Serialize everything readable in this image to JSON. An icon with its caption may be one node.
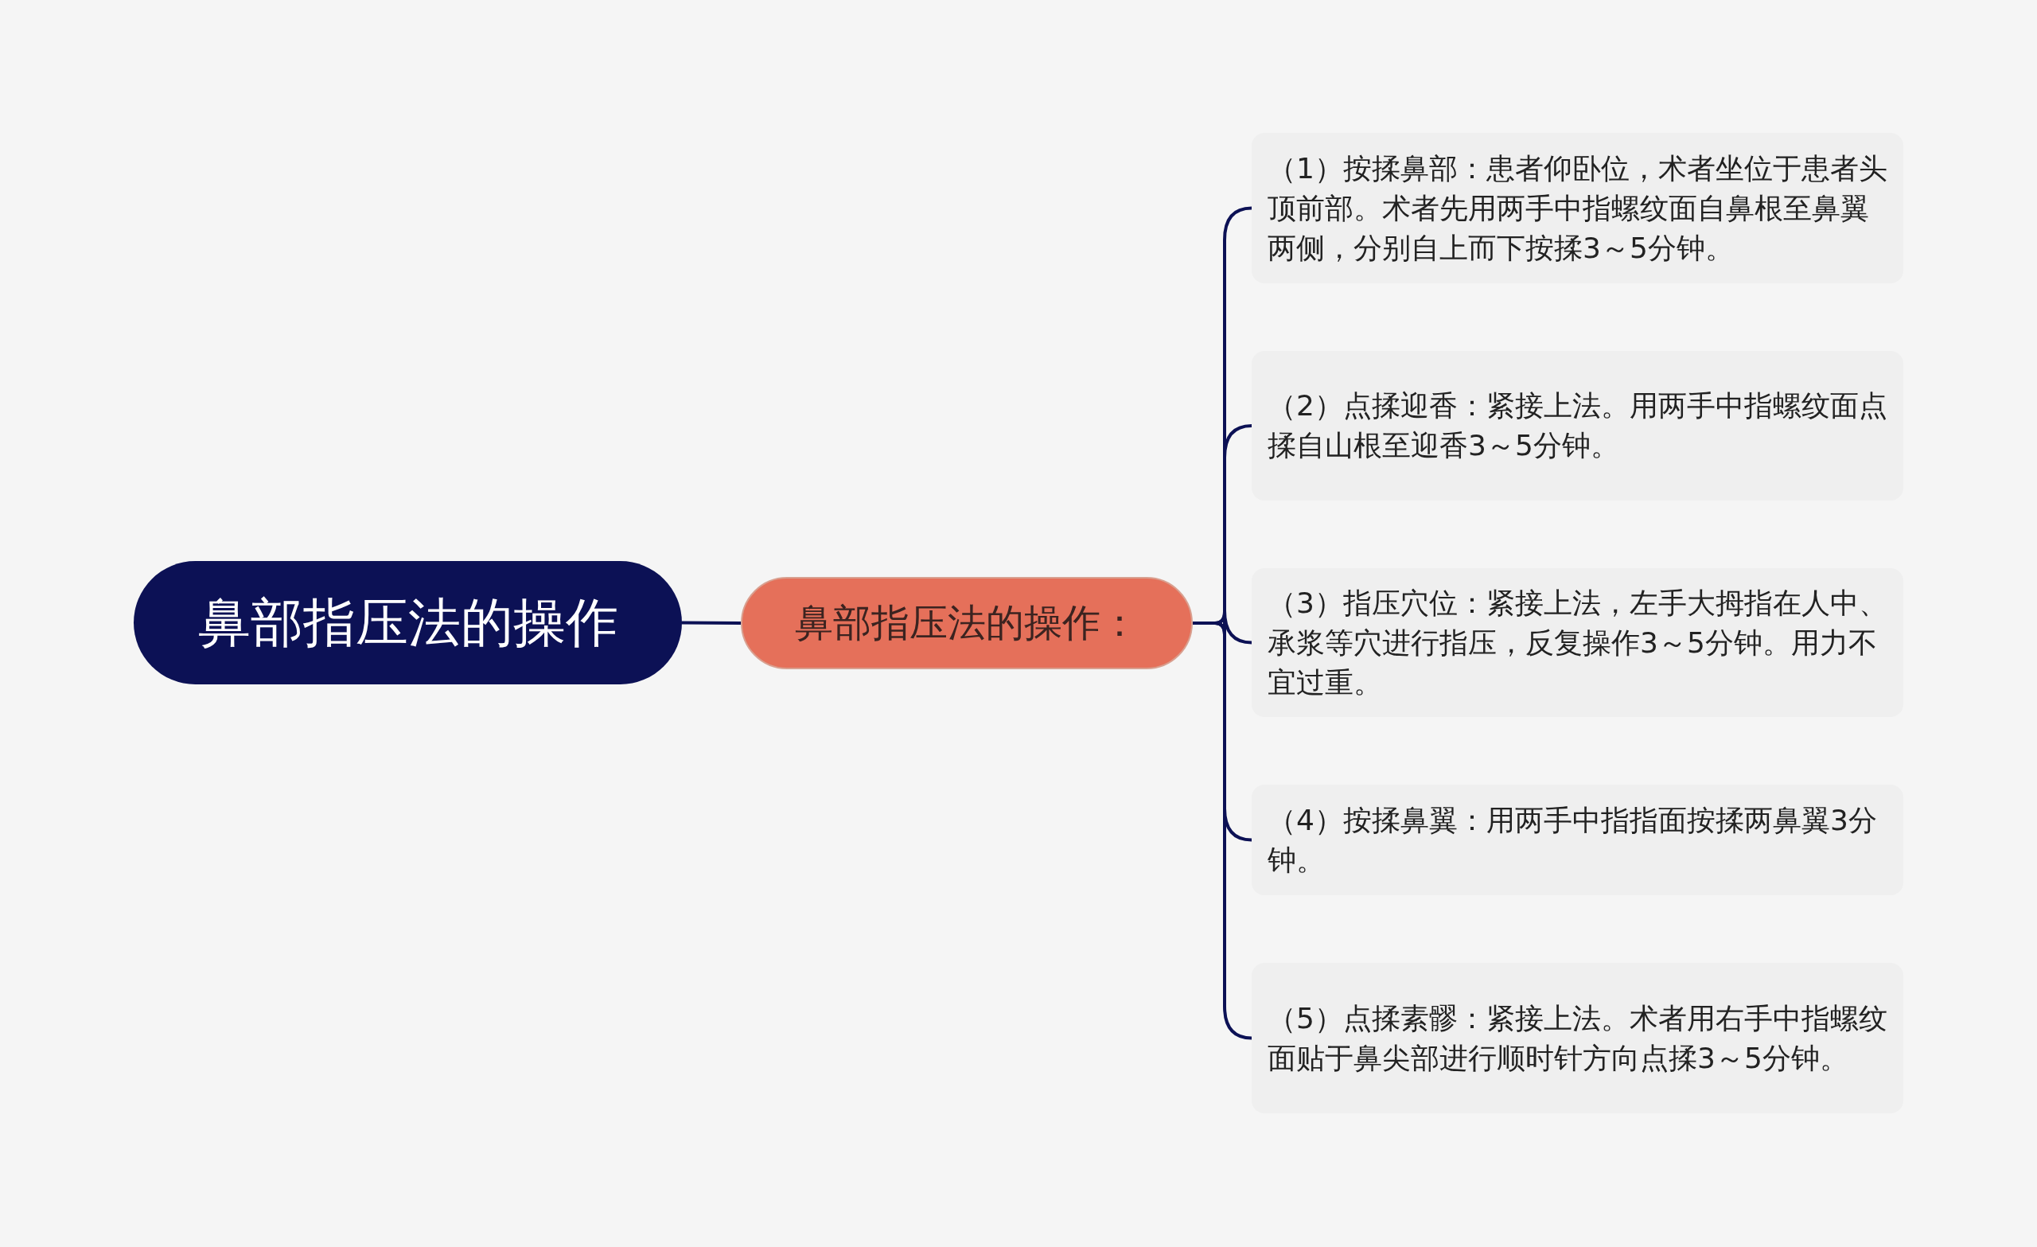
{
  "diagram": {
    "nodes": [
      {
        "text": [
          "鼻部指压法的操作"
        ]
      },
      {
        "text": [
          "鼻部指压法的操作："
        ]
      },
      {
        "text": [
          "（1）按揉鼻部：患者仰卧位，术者坐位于患者头顶前部。术者先用两手中指螺纹面自鼻根至鼻翼两侧，分别自上而下按揉3～5分钟。"
        ]
      },
      {
        "text": [
          "（2）点揉迎香：紧接上法。用两手中指螺纹面点揉自山根至迎香3～5分钟。"
        ]
      },
      {
        "text": [
          "（3）指压穴位：紧接上法，左手大拇指在人中、承浆等穴进行指压，反复操作3～5分钟。用力不宜过重。"
        ]
      },
      {
        "text": [
          "（4）按揉鼻翼：用两手中指指面按揉两鼻翼3分钟。"
        ]
      },
      {
        "text": [
          "（5）点揉素髎：紧接上法。术者用右手中指螺纹面贴于鼻尖部进行顺时针方向点揉3～5分钟。"
        ]
      }
    ],
    "edges": [
      {
        "from": 0,
        "to": 1,
        "arrow": "none"
      },
      {
        "from": 1,
        "to": 2,
        "arrow": "none"
      },
      {
        "from": 1,
        "to": 3,
        "arrow": "none"
      },
      {
        "from": 1,
        "to": 4,
        "arrow": "none"
      },
      {
        "from": 1,
        "to": 5,
        "arrow": "none"
      },
      {
        "from": 1,
        "to": 6,
        "arrow": "none"
      }
    ]
  }
}
